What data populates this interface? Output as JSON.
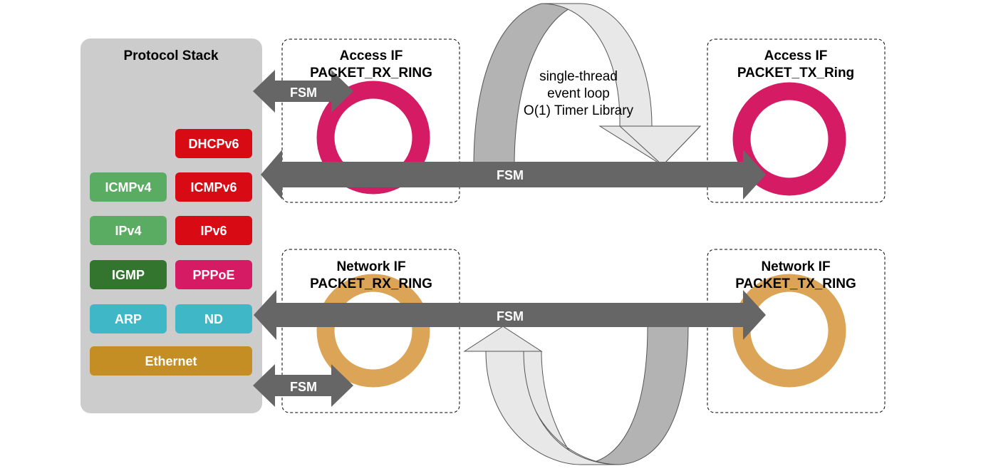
{
  "protocol_stack": {
    "title": "Protocol Stack",
    "blocks": [
      {
        "label": "DHCPv6",
        "color": "#d80a14"
      },
      {
        "label": "ICMPv4",
        "color": "#5aac62"
      },
      {
        "label": "ICMPv6",
        "color": "#d80a14"
      },
      {
        "label": "IPv4",
        "color": "#5aac62"
      },
      {
        "label": "IPv6",
        "color": "#d80a14"
      },
      {
        "label": "IGMP",
        "color": "#33752e"
      },
      {
        "label": "PPPoE",
        "color": "#d51b63"
      },
      {
        "label": "ARP",
        "color": "#40b7c6"
      },
      {
        "label": "ND",
        "color": "#40b7c6"
      },
      {
        "label": "Ethernet",
        "color": "#c58e25"
      }
    ],
    "background": "#cccccc"
  },
  "interfaces": {
    "access_rx": {
      "line1": "Access IF",
      "line2": "PACKET_RX_RING",
      "ring_color": "#d51b63"
    },
    "access_tx": {
      "line1": "Access IF",
      "line2": "PACKET_TX_Ring",
      "ring_color": "#d51b63"
    },
    "network_rx": {
      "line1": "Network IF",
      "line2": "PACKET_RX_RING",
      "ring_color": "#dba456"
    },
    "network_tx": {
      "line1": "Network IF",
      "line2": "PACKET_TX_RING",
      "ring_color": "#dba456"
    }
  },
  "arrows": {
    "access_short": "FSM",
    "access_long": "FSM",
    "network_long": "FSM",
    "network_short": "FSM",
    "color": "#666666"
  },
  "event_loop": {
    "line1": "single-thread",
    "line2": "event loop",
    "line3": "O(1) Timer Library"
  }
}
